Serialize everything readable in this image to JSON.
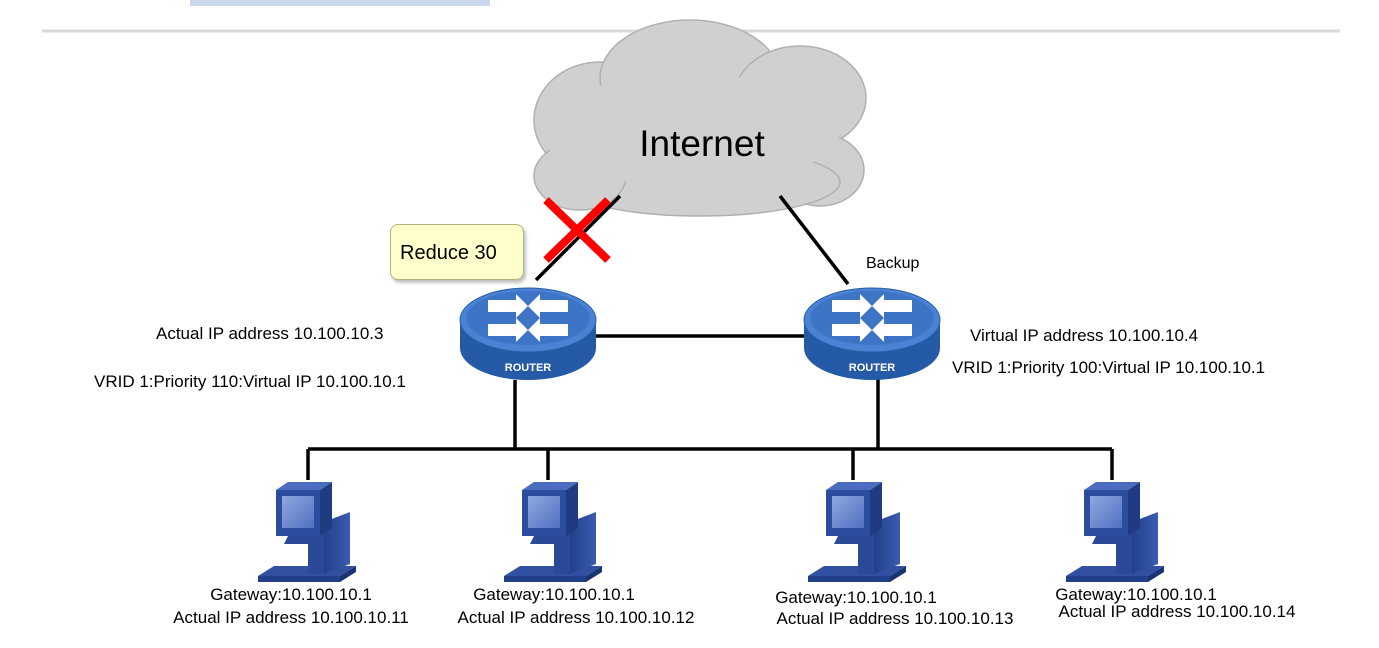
{
  "cloud": {
    "label": "Internet"
  },
  "callout": {
    "text": "Reduce 30"
  },
  "routers": [
    {
      "id": "master",
      "device_label": "ROUTER",
      "role": "",
      "ip_line": "Actual IP address 10.100.10.3",
      "vrid_line": "VRID 1:Priority 110:Virtual IP  10.100.10.1",
      "uplink_failed": true
    },
    {
      "id": "backup",
      "device_label": "ROUTER",
      "role": "Backup",
      "ip_line": "Virtual IP address 10.100.10.4",
      "vrid_line": "VRID 1:Priority 100:Virtual IP  10.100.10.1",
      "uplink_failed": false
    }
  ],
  "hosts": [
    {
      "gateway": "Gateway:10.100.10.1",
      "ip": "Actual IP address 10.100.10.11"
    },
    {
      "gateway": "Gateway:10.100.10.1",
      "ip": "Actual IP address 10.100.10.12"
    },
    {
      "gateway": "Gateway:10.100.10.1",
      "ip": "Actual IP address 10.100.10.13"
    },
    {
      "gateway": "Gateway:10.100.10.1",
      "ip": "Actual IP address 10.100.10.14"
    }
  ],
  "colors": {
    "cloud_fill": "#d0d0d0",
    "router_body": "#2f66b3",
    "router_top": "#3f79cc",
    "failure_mark": "#ff0000",
    "callout_fill": "#ffffcc",
    "pc_body": "#3355a5"
  },
  "icons": [
    "cloud-icon",
    "router-icon",
    "pc-icon",
    "failure-cross-icon"
  ]
}
